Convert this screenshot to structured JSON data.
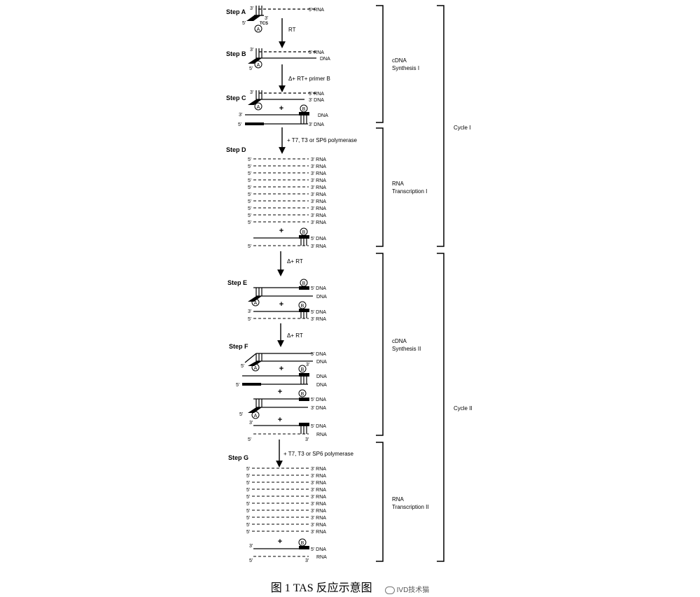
{
  "steps": {
    "a": "Step A",
    "b": "Step B",
    "c": "Step C",
    "d": "Step D",
    "e": "Step E",
    "f": "Step F",
    "g": "Step G"
  },
  "arrows": {
    "ab": "RT",
    "bc": "Δ+ RT+ primer B",
    "cd": "+ T7, T3 or SP6 polymerase",
    "de": "Δ+ RT",
    "ef": "Δ+ RT",
    "fg": "+ T7, T3 or SP6 polymerase"
  },
  "strand_labels": {
    "rna5": "5' RNA",
    "rna3": "3' RNA",
    "dna5": "5' DNA",
    "dna3": "3' DNA",
    "rna": "RNA",
    "dna": "DNA"
  },
  "ends": {
    "five": "5'",
    "three": "3'"
  },
  "tcs": "TCS",
  "plus": "+",
  "circles": {
    "a": "A",
    "b": "B"
  },
  "stages": {
    "cdna1_l1": "cDNA",
    "cdna1_l2": "Synthesis I",
    "rna1_l1": "RNA",
    "rna1_l2": "Transcription I",
    "cdna2_l1": "cDNA",
    "cdna2_l2": "Synthesis II",
    "rna2_l1": "RNA",
    "rna2_l2": "Transcription II"
  },
  "cycles": {
    "c1": "Cycle I",
    "c2": "Cycle II"
  },
  "caption": {
    "text": "图 1 TAS 反应示意图",
    "watermark": "IVD技术猫"
  }
}
